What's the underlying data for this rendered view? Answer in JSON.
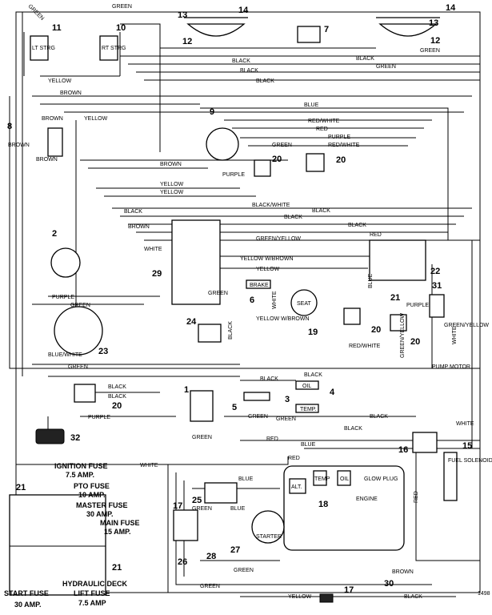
{
  "diagram": {
    "figure_number": "1498",
    "wire_labels": [
      "GREEN",
      "GREEN",
      "YELLOW",
      "BLACK",
      "BLACK",
      "BLACK",
      "BLACK",
      "GREEN",
      "GREEN",
      "BROWN",
      "YELLOW",
      "BROWN",
      "BROWN",
      "BROWN",
      "BLUE",
      "RED/WHITE",
      "RED",
      "PURPLE",
      "RED/WHITE",
      "GREEN",
      "BROWN",
      "PURPLE",
      "YELLOW",
      "YELLOW",
      "BLACK",
      "BLACK/WHITE",
      "BLACK",
      "BLACK",
      "BLACK",
      "BROWN",
      "WHITE",
      "GREEN/YELLOW",
      "RED",
      "YELLOW W/BROWN",
      "YELLOW",
      "PURPLE",
      "GREEN",
      "GREEN",
      "WHITE",
      "YELLOW W/BROWN",
      "BLUE/WHITE",
      "GREEN",
      "BLACK",
      "BLACK",
      "PURPLE",
      "BLACK",
      "BLACK",
      "GREEN",
      "GREEN",
      "RED",
      "BLUE",
      "WHITE",
      "RED",
      "BLUE",
      "BLUE",
      "GREEN",
      "GREEN",
      "GREEN",
      "YELLOW",
      "BLACK",
      "BROWN",
      "RED/WHITE",
      "GREEN/YELLOW",
      "BLUE",
      "PURPLE",
      "GREEN/YELLOW",
      "WHITE",
      "BLACK",
      "WHITE",
      "RED",
      "BLACK",
      "GREEN",
      "BLACK"
    ],
    "component_labels": {
      "lt_strg": "LT STRG",
      "rt_strg": "RT STRG",
      "brake": "BRAKE",
      "seat": "SEAT",
      "alt": "ALT.",
      "temp": "TEMP",
      "oil": "OIL",
      "glow_plug": "GLOW PLUG",
      "engine": "ENGINE",
      "starter": "STARTER",
      "fuel_solenoid": "FUEL SOLENOID",
      "pump_motor": "PUMP MOTOR",
      "oil_lamp": "OIL",
      "temp_lamp": "TEMP."
    },
    "callouts": [
      "1",
      "2",
      "3",
      "4",
      "5",
      "6",
      "7",
      "8",
      "9",
      "10",
      "11",
      "12",
      "12",
      "13",
      "13",
      "14",
      "14",
      "15",
      "16",
      "17",
      "17",
      "18",
      "19",
      "20",
      "20",
      "20",
      "20",
      "20",
      "21",
      "21",
      "21",
      "22",
      "23",
      "24",
      "25",
      "26",
      "27",
      "28",
      "29",
      "30",
      "31",
      "32"
    ],
    "fuses": {
      "ignition": "IGNITION FUSE",
      "ignition_amp": "7.5 AMP.",
      "pto": "PTO FUSE",
      "pto_amp": "10 AMP.",
      "master": "MASTER FUSE",
      "master_amp": "30 AMP.",
      "main": "MAIN FUSE",
      "main_amp": "15 AMP.",
      "start": "START FUSE",
      "start_amp": "30 AMP.",
      "hyd": "HYDRAULIC DECK",
      "hyd2": "LIFT FUSE",
      "hyd_amp": "7.5 AMP"
    }
  }
}
